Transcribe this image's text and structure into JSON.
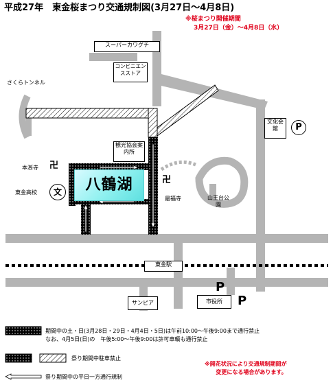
{
  "title": "平成27年　東金桜まつり交通規制図(3月27日～4月8日)",
  "festival_period": {
    "heading": "※桜まつり開催期間",
    "dates": "3月27日（金）～4月8日（水）"
  },
  "labels": {
    "super_kawaguchi": "スーパーカワグチ",
    "convenience_store": "コンビニエンスストア",
    "sakura_tunnel": "さくらトンネル",
    "kanko_kyokai": "観光協会案内所",
    "honshinji": "本漸寺",
    "togane_high": "東金高校",
    "lake": "八鶴湖",
    "saifukuji": "最福寺",
    "sannodai_park": "山王台公園",
    "bunka_kaikan": "文化会館",
    "togane_station": "東金駅",
    "sunpia": "サンピア",
    "city_hall": "市役所",
    "temple_symbol": "卍",
    "school_symbol": "文",
    "parking_symbol": "P"
  },
  "legend": [
    {
      "symbol": "dotted-black-road",
      "text": "期間中の土・日(3月28日・29日・4月4日・5日)は午前10:00～午後9:00まで通行禁止"
    },
    {
      "symbol": "",
      "text": "なお、4月5日(日)の　午後5:00～午後9:00は許可車輌も通行禁止"
    },
    {
      "symbol": "no-parking-roads",
      "text": "祭り期間中駐車禁止"
    },
    {
      "symbol": "one-way-arrow",
      "text": "祭り期間中の平日一方通行規制"
    }
  ],
  "notice": [
    "※開花状況により交通規制期間が",
    "変更になる場合があります。"
  ],
  "colors": {
    "road": "#b4b4b4",
    "restricted": "#000000",
    "lake": "#8ef0ef",
    "notice": "#e0001a"
  }
}
